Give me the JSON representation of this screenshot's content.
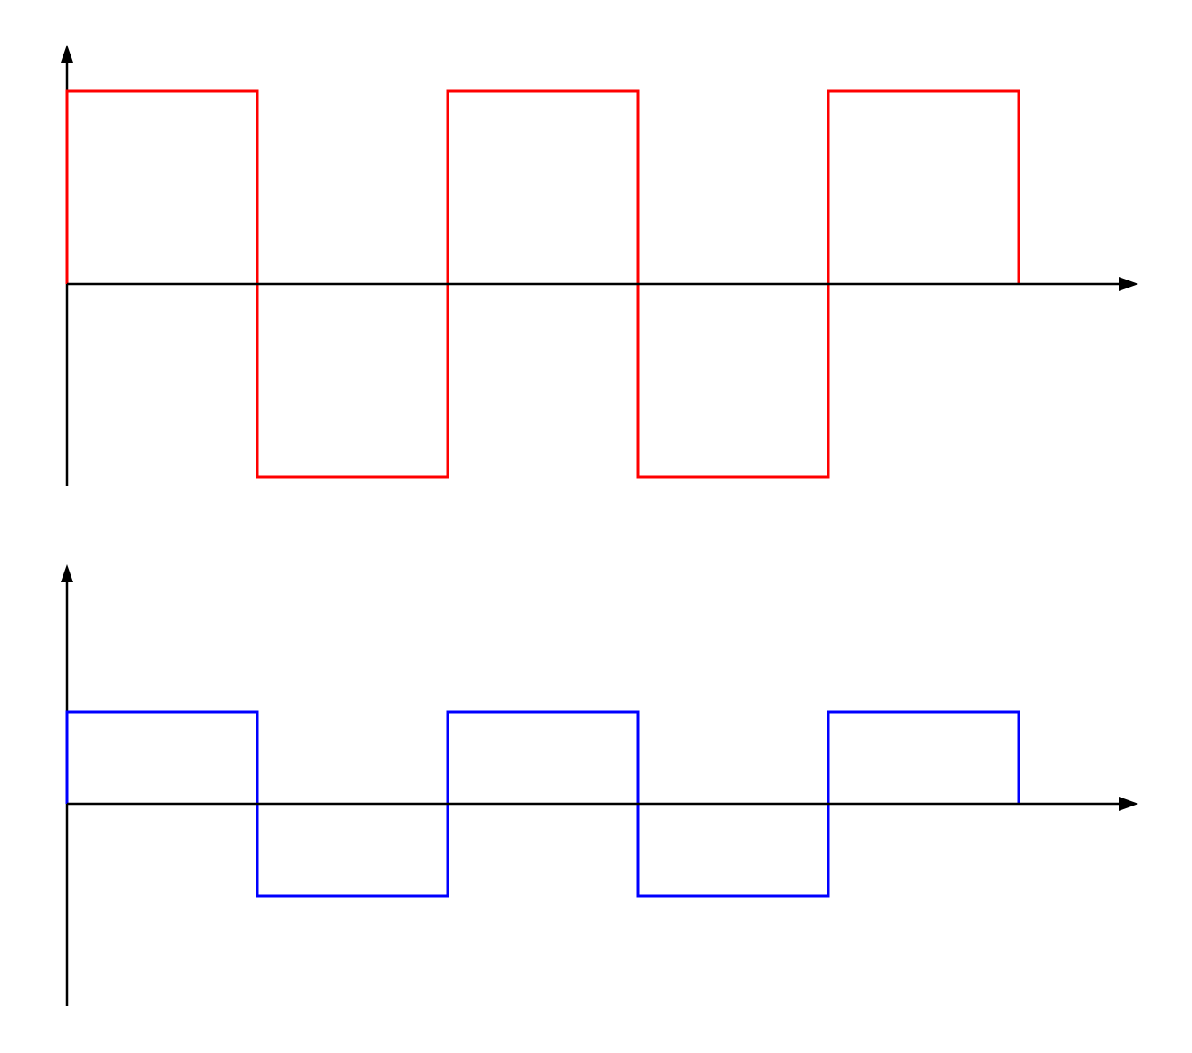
{
  "chart_data": [
    {
      "type": "line",
      "step": true,
      "axes_arrows": true,
      "ticks": false,
      "grid": false,
      "legend": "none",
      "xlim": [
        0,
        5.67
      ],
      "ylim": [
        -1.05,
        1.05
      ],
      "series": [
        {
          "color": "#ff0000",
          "x": [
            0,
            0,
            1,
            1,
            2,
            2,
            3,
            3,
            4,
            4,
            5,
            5
          ],
          "y": [
            0,
            1,
            1,
            -1,
            -1,
            1,
            1,
            -1,
            -1,
            1,
            1,
            0
          ]
        }
      ]
    },
    {
      "type": "line",
      "step": true,
      "axes_arrows": true,
      "ticks": false,
      "grid": false,
      "legend": "none",
      "xlim": [
        0,
        5.67
      ],
      "ylim": [
        -2.2,
        2.55
      ],
      "series": [
        {
          "color": "#0000ff",
          "x": [
            0,
            0,
            1,
            1,
            2,
            2,
            3,
            3,
            4,
            4,
            5,
            5
          ],
          "y": [
            0,
            1,
            1,
            -1,
            -1,
            1,
            1,
            -1,
            -1,
            1,
            1,
            0
          ]
        }
      ]
    }
  ]
}
